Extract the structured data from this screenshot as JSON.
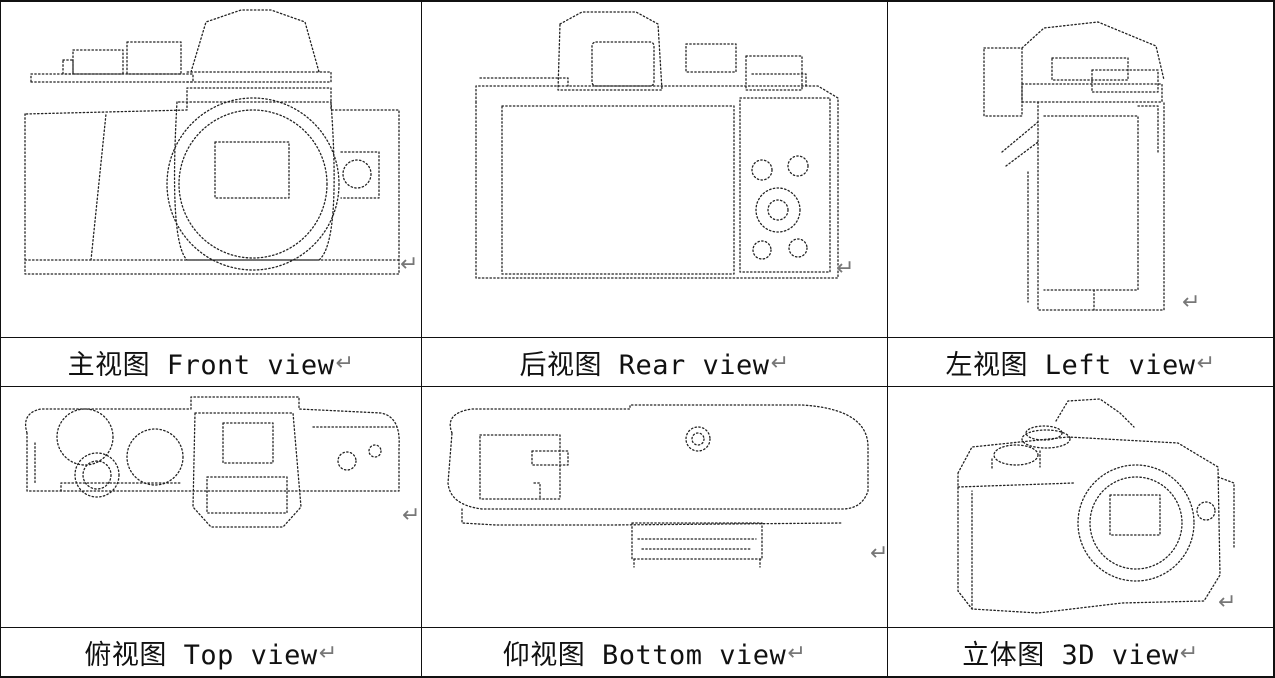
{
  "views": [
    {
      "id": "front",
      "label": "主视图 Front view"
    },
    {
      "id": "rear",
      "label": "后视图 Rear view"
    },
    {
      "id": "left",
      "label": "左视图 Left view"
    },
    {
      "id": "top",
      "label": "俯视图 Top view"
    },
    {
      "id": "bottom",
      "label": "仰视图 Bottom view"
    },
    {
      "id": "iso",
      "label": "立体图 3D view"
    }
  ],
  "return_mark": "↵"
}
